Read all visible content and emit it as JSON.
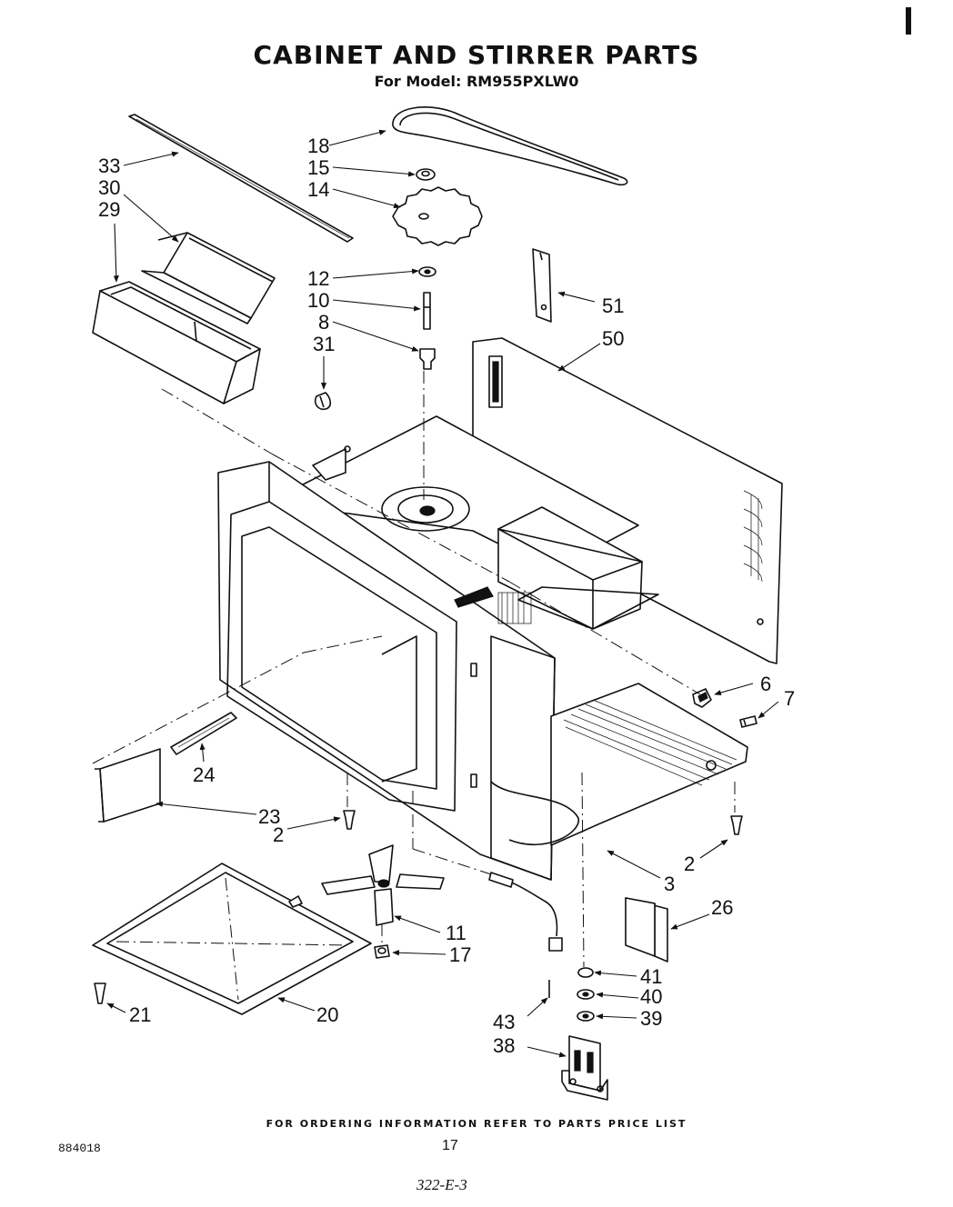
{
  "header": {
    "title": "CABINET AND STIRRER PARTS",
    "subtitle": "For Model: RM955PXLW0"
  },
  "callouts": [
    "18",
    "15",
    "14",
    "33",
    "30",
    "29",
    "12",
    "10",
    "8",
    "31",
    "51",
    "50",
    "6",
    "7",
    "24",
    "23",
    "2",
    "2",
    "3",
    "26",
    "11",
    "17",
    "41",
    "40",
    "39",
    "21",
    "20",
    "43",
    "38"
  ],
  "footer": {
    "ordering_note": "FOR ORDERING INFORMATION REFER TO PARTS PRICE LIST",
    "doc_number": "884018",
    "page_number": "17",
    "sheet_code": "322-E-3"
  }
}
